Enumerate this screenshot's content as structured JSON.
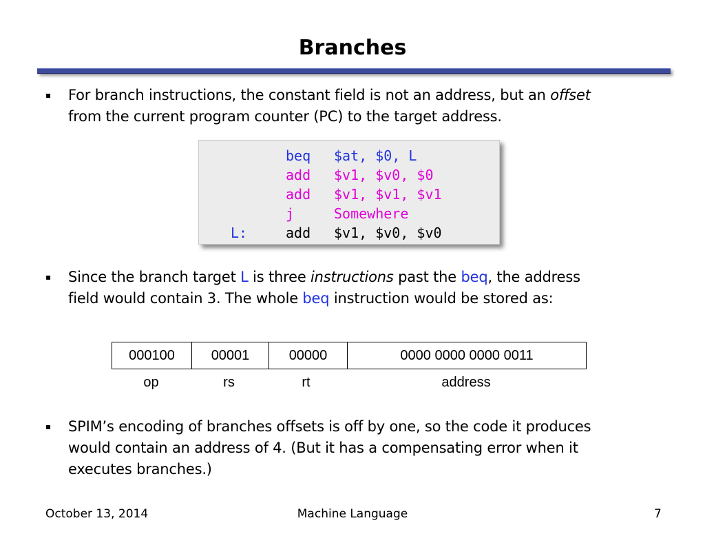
{
  "slide": {
    "title": "Branches"
  },
  "bullets": [
    {
      "marker": "▪",
      "line1_a": "For branch instructions, the constant field is not an address, but an ",
      "line1_em": "offset",
      "line2": "from the current program counter (PC) to the target address."
    },
    {
      "marker": "▪",
      "line1_a": "Since the branch target ",
      "line1_L": "L",
      "line1_b": " is three ",
      "line1_em": "instructions",
      "line1_c": " past the ",
      "line1_beq": "beq",
      "line1_d": ", the address",
      "line2_a": "field would contain 3. The whole ",
      "line2_beq": "beq",
      "line2_b": " instruction would be stored as:"
    },
    {
      "marker": "▪",
      "line1": "SPIM’s encoding of branches offsets is off by one, so the code it produces",
      "line2": "would contain an address of 4. (But it has a compensating error when it",
      "line3": "executes branches.)"
    }
  ],
  "code": {
    "lines": [
      {
        "label": "",
        "op": "beq",
        "args": "$at, $0, L"
      },
      {
        "label": "",
        "op": "add",
        "args": "$v1, $v0, $0"
      },
      {
        "label": "",
        "op": "add",
        "args": "$v1, $v1, $v1"
      },
      {
        "label": "",
        "op": "j",
        "args": "Somewhere"
      },
      {
        "label": "L:",
        "op": "add",
        "args": "$v1, $v0, $v0"
      }
    ],
    "colors": {
      "blue": "#2233e0",
      "magenta": "#e000d8",
      "black": "#000000"
    }
  },
  "encoding": {
    "fields": [
      "000100",
      "00001",
      "00000",
      "0000 0000 0000 0011"
    ],
    "labels": [
      "op",
      "rs",
      "rt",
      "address"
    ]
  },
  "footer": {
    "date": "October 13, 2014",
    "topic": "Machine Language",
    "page": "7"
  },
  "colors": {
    "title_rule": "#3c4a9a",
    "code_background": "#ececec"
  }
}
